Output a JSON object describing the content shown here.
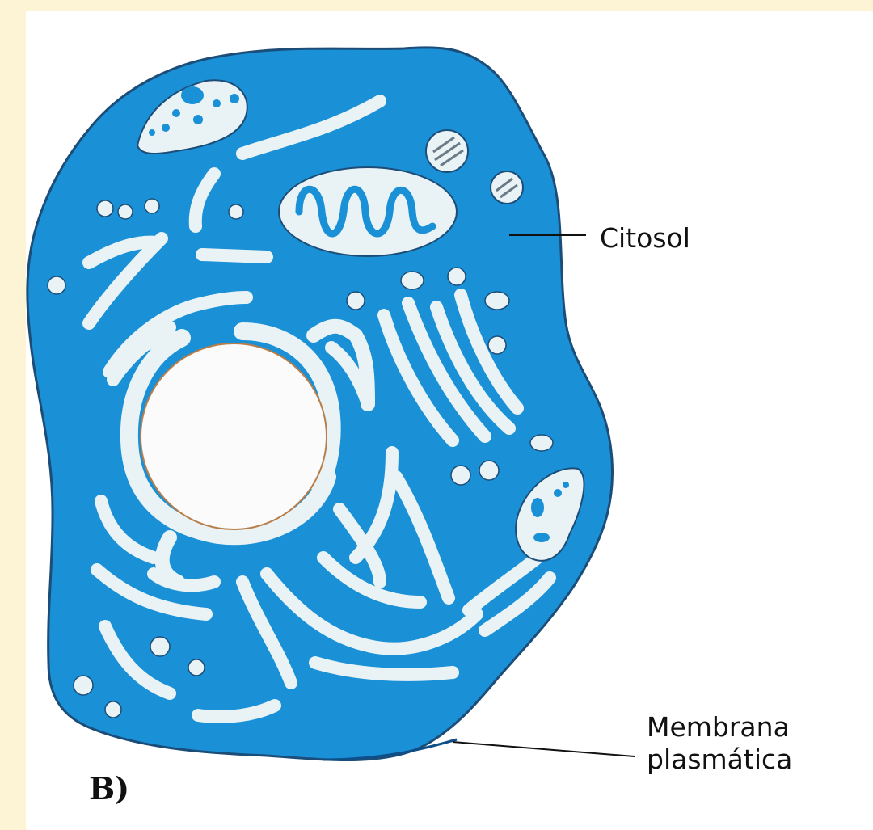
{
  "diagram": {
    "panel_letter": "B)",
    "labels": {
      "citosol": "Citosol",
      "membrana_line1": "Membrana",
      "membrana_line2": "plasmática"
    },
    "colors": {
      "cytoplasm": "#1a90d6",
      "organelle": "#e9f3f6",
      "outline": "#1c4d78",
      "nucleus_outline": "#b87d48",
      "page_border": "#fdf4d6",
      "background": "#ffffff"
    }
  }
}
